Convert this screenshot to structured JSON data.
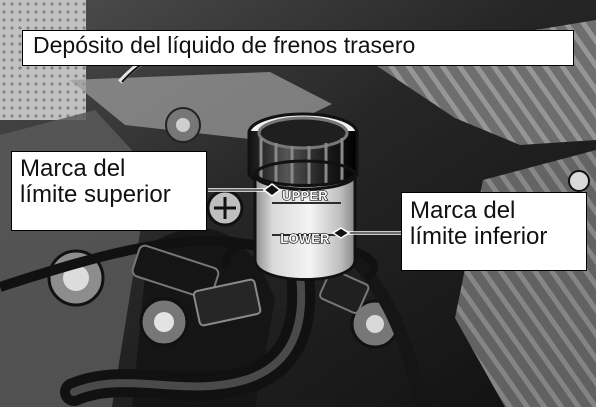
{
  "title": "Depósito del líquido de frenos trasero",
  "callouts": {
    "upper": [
      "Marca del",
      "límite superior"
    ],
    "lower": [
      "Marca del",
      "límite inferior"
    ]
  },
  "reservoir_marks": {
    "upper": "UPPER",
    "lower": "LOWER"
  },
  "colors": {
    "text": "#111111",
    "label_background": "#ffffff",
    "photo_dark": "#202020",
    "photo_mid": "#777777",
    "photo_light": "#e6e6e6"
  }
}
